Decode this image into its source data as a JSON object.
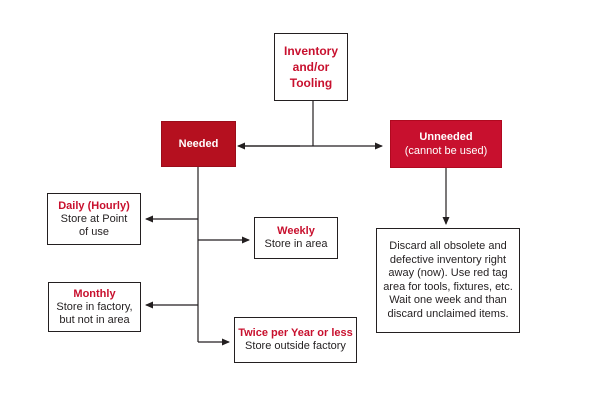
{
  "colors": {
    "accent_red": "#c8102e",
    "dark_red": "#b5101f",
    "line": "#231f20"
  },
  "root": {
    "line1": "Inventory",
    "line2": "and/or",
    "line3": "Tooling"
  },
  "needed": {
    "label": "Needed"
  },
  "unneeded": {
    "label": "Unneeded",
    "sublabel": "(cannot be used)"
  },
  "daily": {
    "title": "Daily (Hourly)",
    "line1": "Store at Point",
    "line2": "of use"
  },
  "weekly": {
    "title": "Weekly",
    "line1": "Store in area"
  },
  "monthly": {
    "title": "Monthly",
    "line1": "Store in factory,",
    "line2": "but not in area"
  },
  "twice": {
    "title": "Twice per Year or less",
    "line1": "Store outside factory"
  },
  "discard": {
    "line1": "Discard all obsolete and",
    "line2": "defective inventory right",
    "line3": "away (now). Use red tag",
    "line4": "area for tools, fixtures, etc.",
    "line5": "Wait one week and than",
    "line6": "discard unclaimed items."
  }
}
